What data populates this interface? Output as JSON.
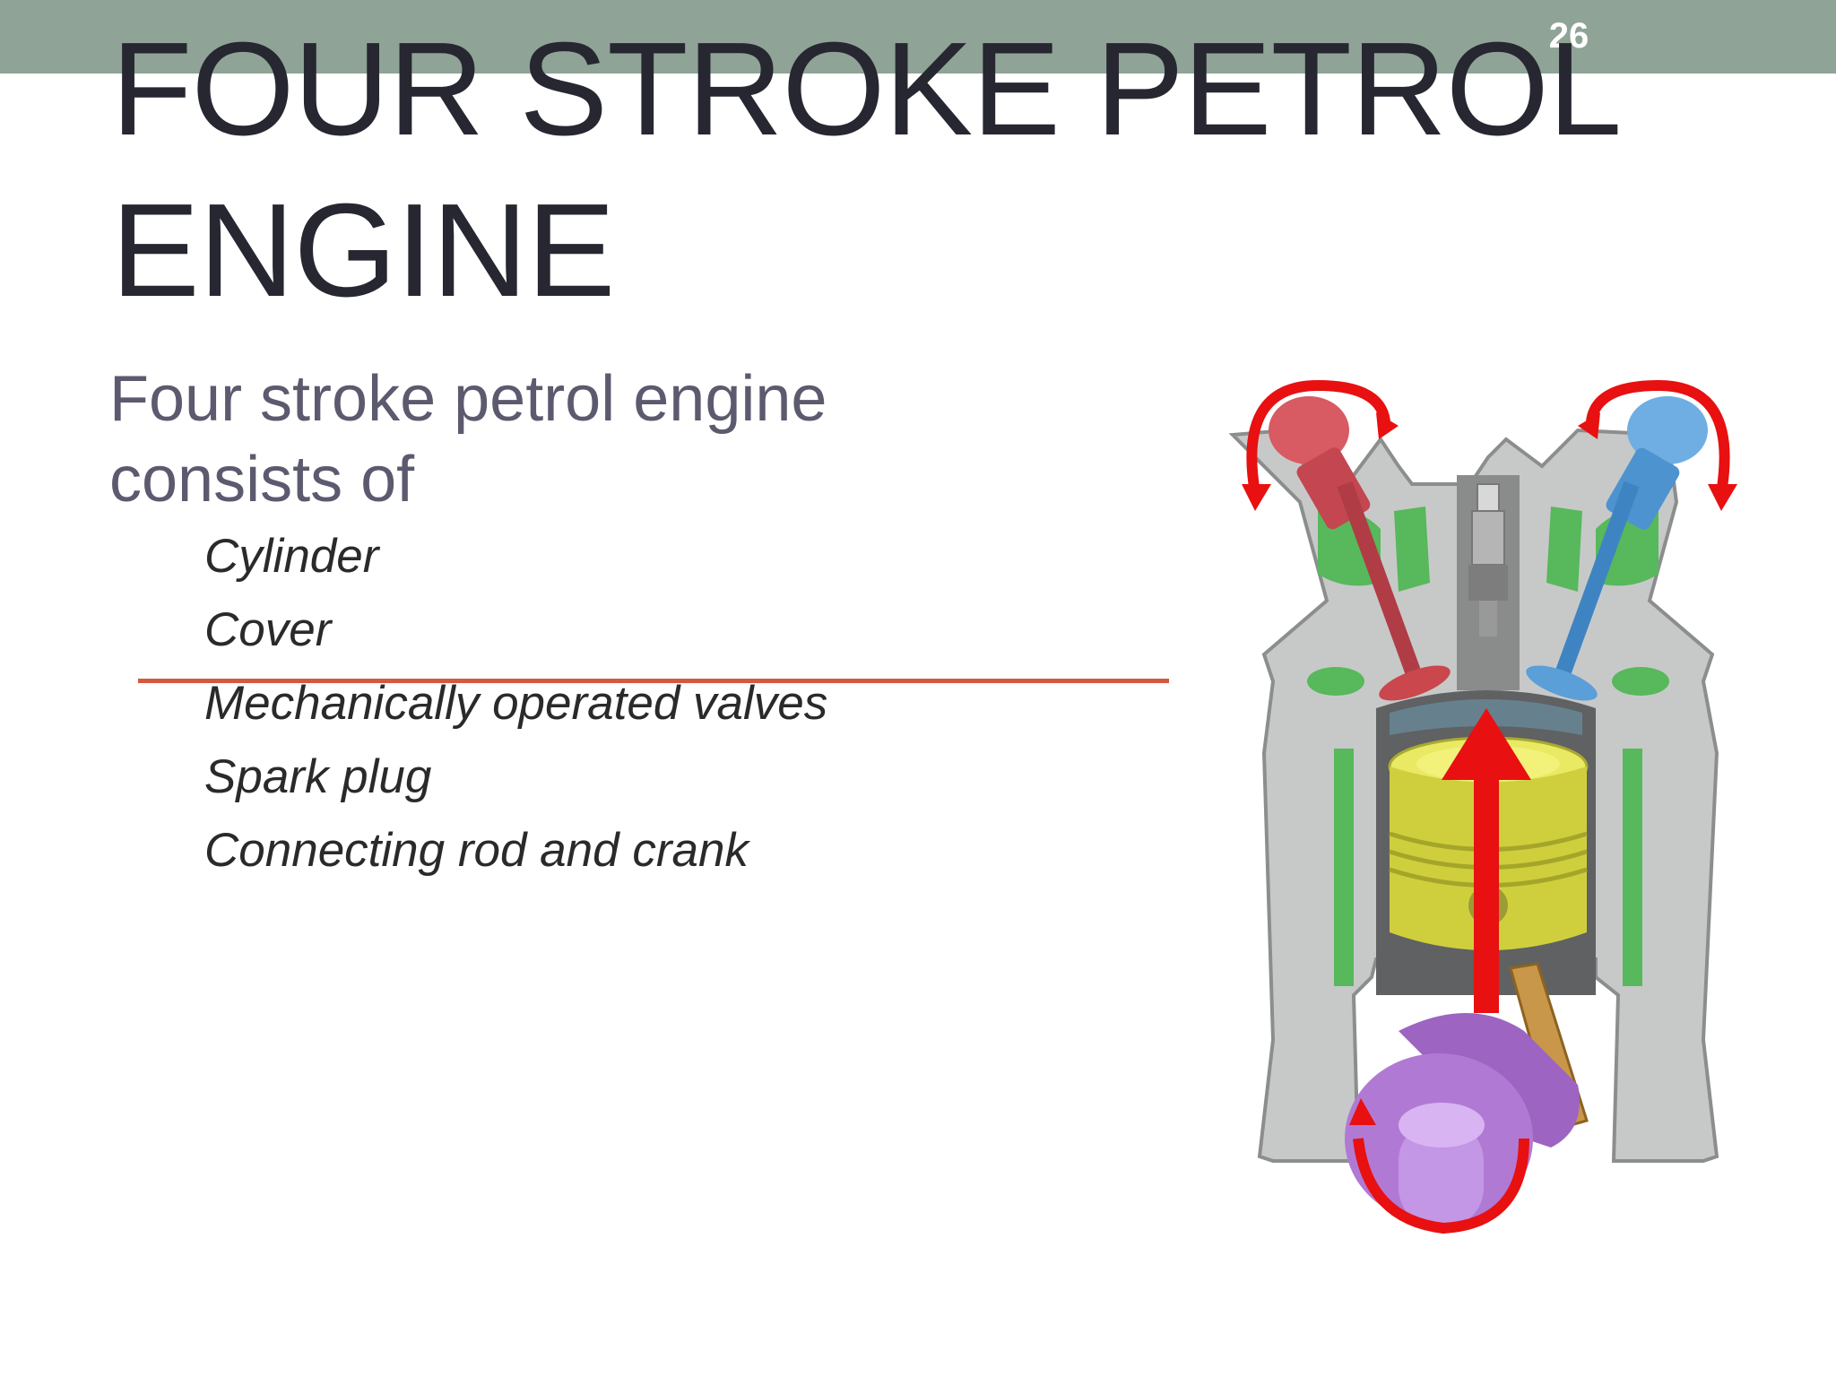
{
  "slide_number": "26",
  "title": "FOUR STROKE PETROL ENGINE",
  "intro": "Four stroke petrol engine consists of",
  "items": [
    "Cylinder",
    "Cover",
    "Mechanically operated valves",
    "Spark plug",
    "Connecting rod and crank"
  ],
  "colors": {
    "header_bar": "#8fa396",
    "title": "#262730",
    "intro": "#5b5a6e",
    "rule": "#d35a3c",
    "intake_valve": "#c9474d",
    "exhaust_valve": "#5a9fd8",
    "piston": "#d8d84a",
    "crank": "#a470c8",
    "arrows": "#e81010",
    "coolant": "#57b85c"
  },
  "illustration": {
    "subject": "engine-cutaway",
    "icons": [
      "intake-valve",
      "exhaust-valve",
      "spark-plug",
      "piston",
      "connecting-rod",
      "crankshaft",
      "rotation-arrows",
      "piston-up-arrow"
    ]
  }
}
